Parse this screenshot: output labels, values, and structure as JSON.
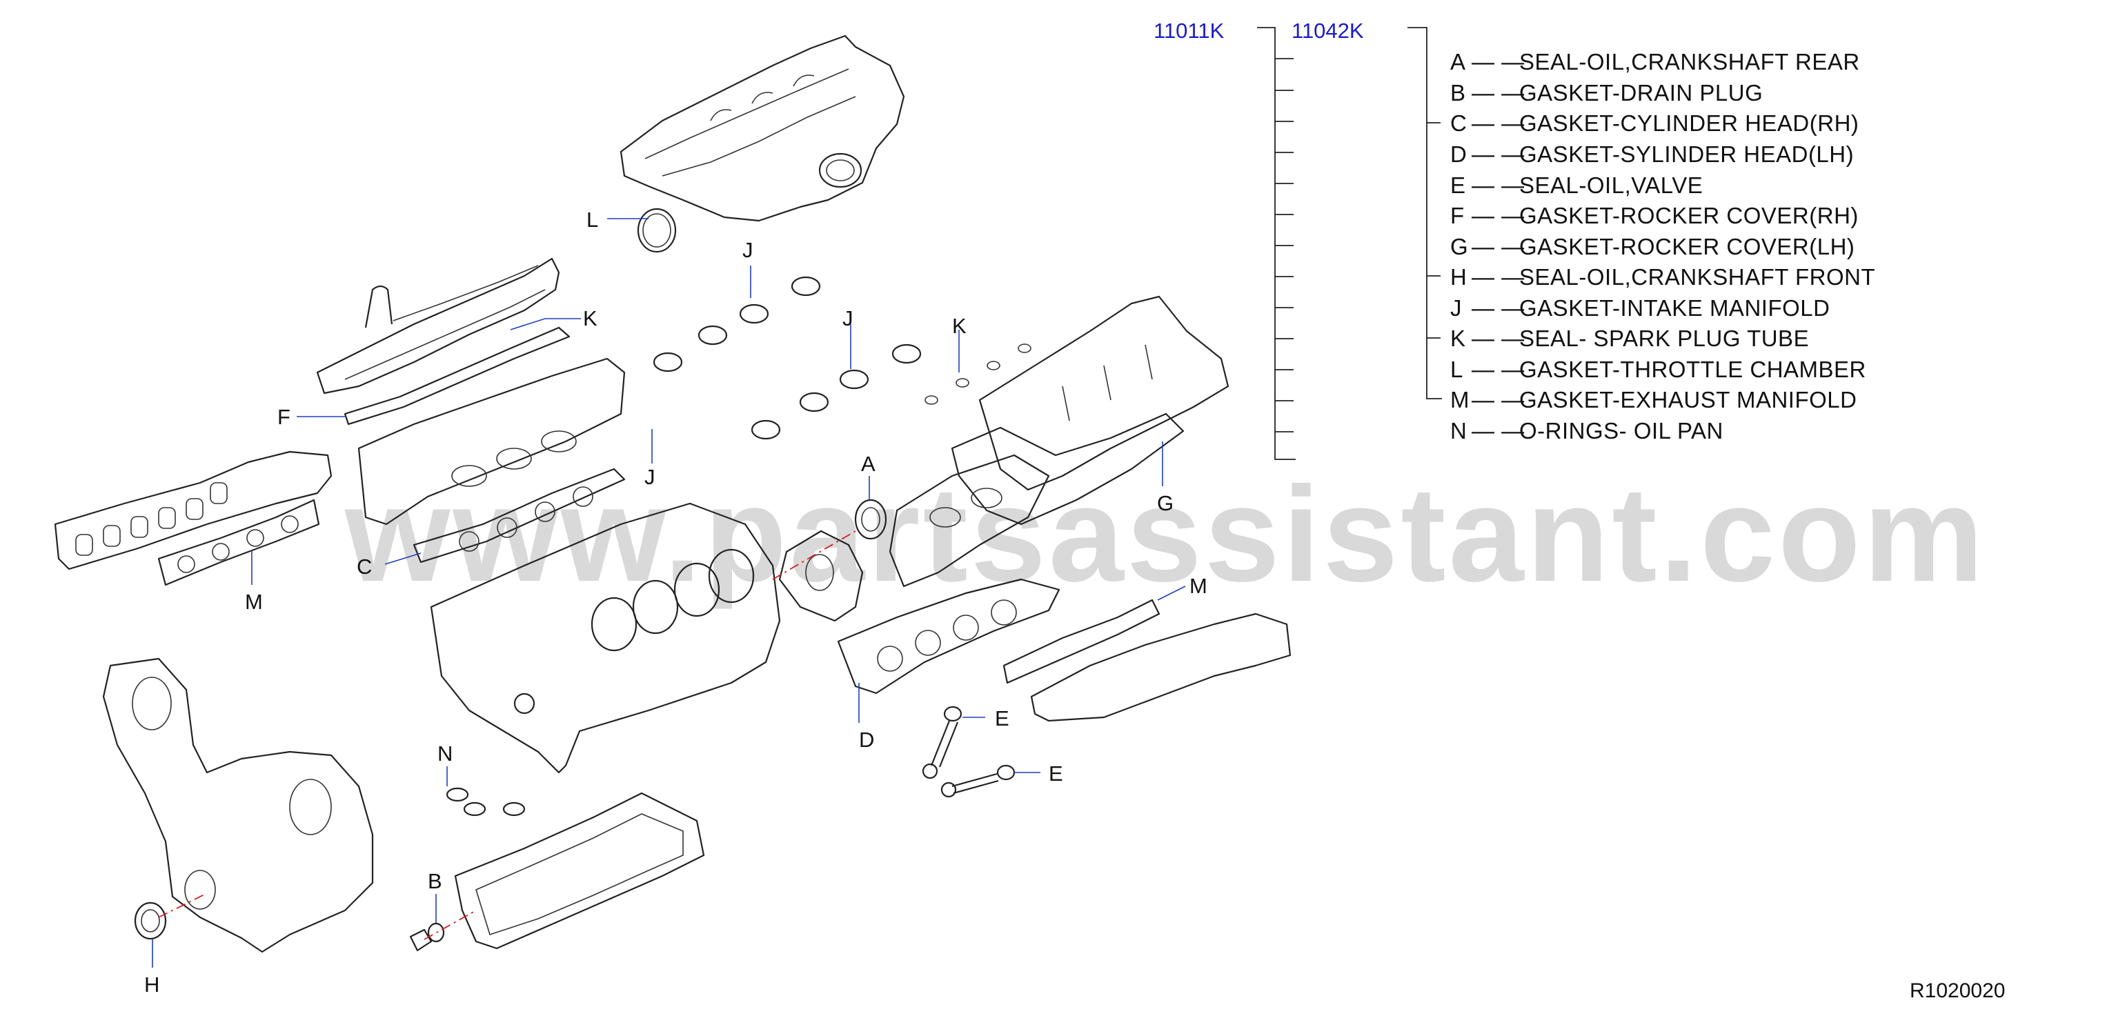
{
  "part_numbers": {
    "kit_a": "11011K",
    "kit_b": "11042K"
  },
  "legend": [
    {
      "code": "A",
      "desc": "SEAL-OIL,CRANKSHAFT   REAR"
    },
    {
      "code": "B",
      "desc": "GASKET-DRAIN   PLUG"
    },
    {
      "code": "C",
      "desc": "GASKET-CYLINDER   HEAD(RH)"
    },
    {
      "code": "D",
      "desc": "GASKET-SYLINDER   HEAD(LH)"
    },
    {
      "code": "E",
      "desc": "SEAL-OIL,VALVE"
    },
    {
      "code": "F",
      "desc": "GASKET-ROCKER   COVER(RH)"
    },
    {
      "code": "G",
      "desc": "GASKET-ROCKER   COVER(LH)"
    },
    {
      "code": "H",
      "desc": "SEAL-OIL,CRANKSHAFT   FRONT"
    },
    {
      "code": "J",
      "desc": "GASKET-INTAKE   MANIFOLD"
    },
    {
      "code": "K",
      "desc": "SEAL-   SPARK   PLUG   TUBE"
    },
    {
      "code": "L",
      "desc": "GASKET-THROTTLE   CHAMBER"
    },
    {
      "code": "M",
      "desc": "GASKET-EXHAUST   MANIFOLD"
    },
    {
      "code": "N",
      "desc": "O-RINGS-   OIL   PAN"
    }
  ],
  "callouts": {
    "A": "A",
    "B": "B",
    "C": "C",
    "D": "D",
    "E1": "E",
    "E2": "E",
    "F": "F",
    "G": "G",
    "H": "H",
    "J1": "J",
    "J2": "J",
    "J3": "J",
    "K1": "K",
    "K2": "K",
    "L": "L",
    "M1": "M",
    "M2": "M",
    "N": "N"
  },
  "reference": "R1020020",
  "watermark": "www.partsassistant.com",
  "colors": {
    "part_number": "#1a1acc",
    "leader": "#1e3fbf",
    "centerline": "#d42020",
    "line": "#222222"
  }
}
